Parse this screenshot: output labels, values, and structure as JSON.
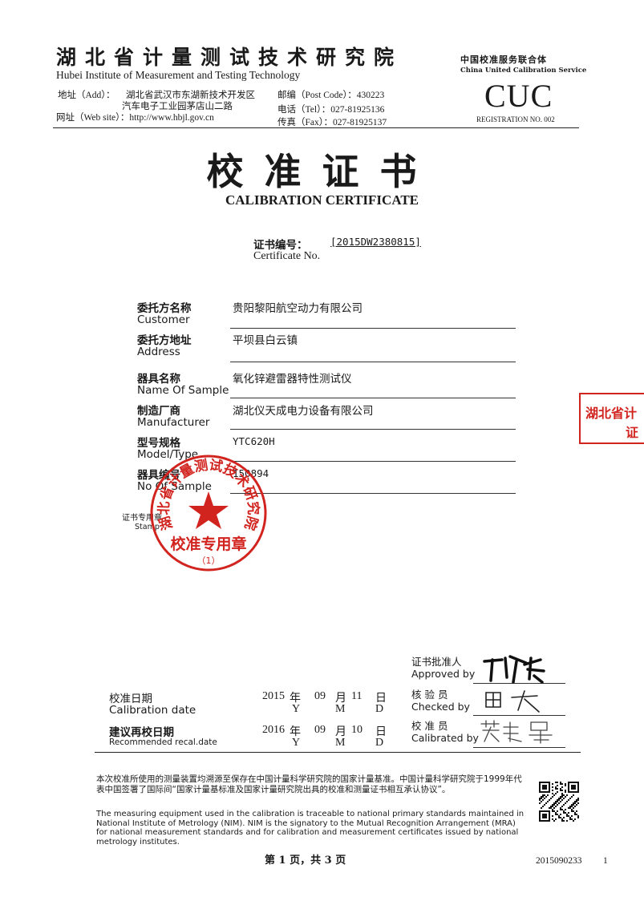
{
  "header": {
    "institute_cn": "湖北省计量测试技术研究院",
    "institute_en": "Hubei Institute of Measurement and Testing Technology",
    "address_label": "地址（Add）：",
    "address_line1": "湖北省武汉市东湖新技术开发区",
    "address_line2": "汽车电子工业园茅店山二路",
    "website": "网址（Web site）：http://www.hbjl.gov.cn",
    "postcode": "邮编（Post Code）：430223",
    "tel": "电话（Tel）：027-81925136",
    "fax": "传真（Fax）：027-81925137",
    "cuc_cn": "中国校准服务联合体",
    "cuc_en": "China United Calibration Service",
    "cuc_logo": "CUC",
    "registration": "REGISTRATION NO. 002"
  },
  "title": {
    "cn": "校准证书",
    "en": "CALIBRATION CERTIFICATE"
  },
  "certificate": {
    "no_label_cn": "证书编号：",
    "no_label_en": "Certificate No.",
    "no_value": "[2015DW2380815]"
  },
  "fields": [
    {
      "cn": "委托方名称",
      "en": "Customer",
      "value": "贵阳黎阳航空动力有限公司"
    },
    {
      "cn": "委托方地址",
      "en": "Address",
      "value": "平坝县白云镇"
    },
    {
      "cn": "器具名称",
      "en": "Name Of Sample",
      "value": "氧化锌避雷器特性测试仪"
    },
    {
      "cn": "制造厂商",
      "en": "Manufacturer",
      "value": "湖北仪天成电力设备有限公司"
    },
    {
      "cn": "型号规格",
      "en": "Model/Type",
      "value": "YTC620H"
    },
    {
      "cn": "器具编号",
      "en": "No Of Sample",
      "value": "150894"
    }
  ],
  "stamp": {
    "label_cn": "证书专用章",
    "label_en": "Stamp",
    "seal_text_arc": "湖北省计量测试技术研究院",
    "seal_text_center": "校准专用章",
    "seal_number": "（1）",
    "side_stamp_line1": "湖北省计",
    "side_stamp_line2": "证"
  },
  "approval": {
    "approved_cn": "证书批准人",
    "approved_en": "Approved by",
    "checked_cn": "核 验 员",
    "checked_en": "Checked by",
    "calibrated_cn": "校 准 员",
    "calibrated_en": "Calibrated by"
  },
  "dates": {
    "cal_label_cn": "校准日期",
    "cal_label_en": "Calibration  date",
    "cal_year": "2015",
    "cal_month": "09",
    "cal_day": "11",
    "recal_label_cn": "建议再校日期",
    "recal_label_en": "Recommended recal.date",
    "recal_year": "2016",
    "recal_month": "09",
    "recal_day": "10",
    "year_cn": "年",
    "month_cn": "月",
    "day_cn": "日",
    "year_en": "Y",
    "month_en": "M",
    "day_en": "D"
  },
  "footer": {
    "cn_text": "本次校准所使用的测量装置均溯源至保存在中国计量科学研究院的国家计量基准。中国计量科学研究院于1999年代表中国签署了国际间“国家计量基标准及国家计量研究院出具的校准和测量证书相互承认协议”。",
    "en_text": "The measuring equipment used in the calibration is traceable to national primary standards maintained in National Institute of Metrology (NIM). NIM is the signatory to the Mutual Recognition Arrangement (MRA) for national measurement standards and for calibration and measurement certificates issued by national metrology institutes.",
    "page": "第 1 页，共 3 页",
    "serial": "2015090233",
    "serial_suffix": "1"
  },
  "colors": {
    "seal_red": "#d2241f",
    "ink": "#1a1a1a"
  }
}
